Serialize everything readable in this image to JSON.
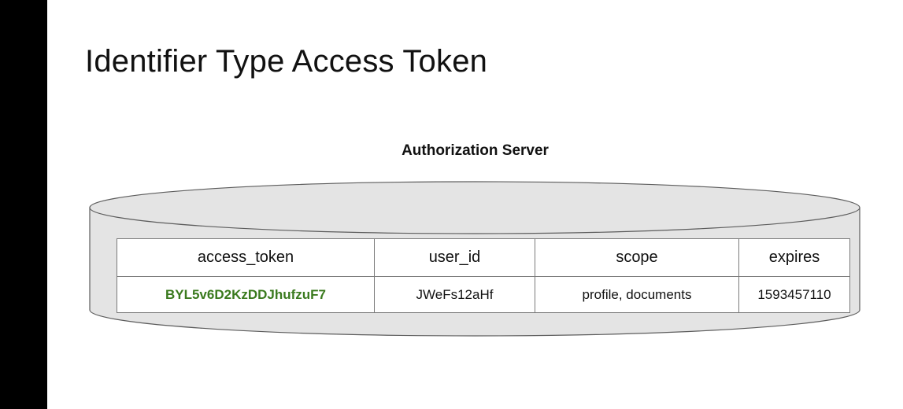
{
  "slide": {
    "title": "Identifier Type Access Token"
  },
  "diagram": {
    "server_label": "Authorization Server",
    "table": {
      "columns": [
        "access_token",
        "user_id",
        "scope",
        "expires"
      ],
      "rows": [
        [
          "BYL5v6D2KzDDJhufzuF7",
          "JWeFs12aHf",
          "profile, documents",
          "1593457110"
        ]
      ]
    }
  },
  "colors": {
    "cylinder_fill": "#e4e4e4",
    "cylinder_stroke": "#5c5c5c",
    "token_text": "#3a7a1e",
    "left_bar": "#000000"
  }
}
